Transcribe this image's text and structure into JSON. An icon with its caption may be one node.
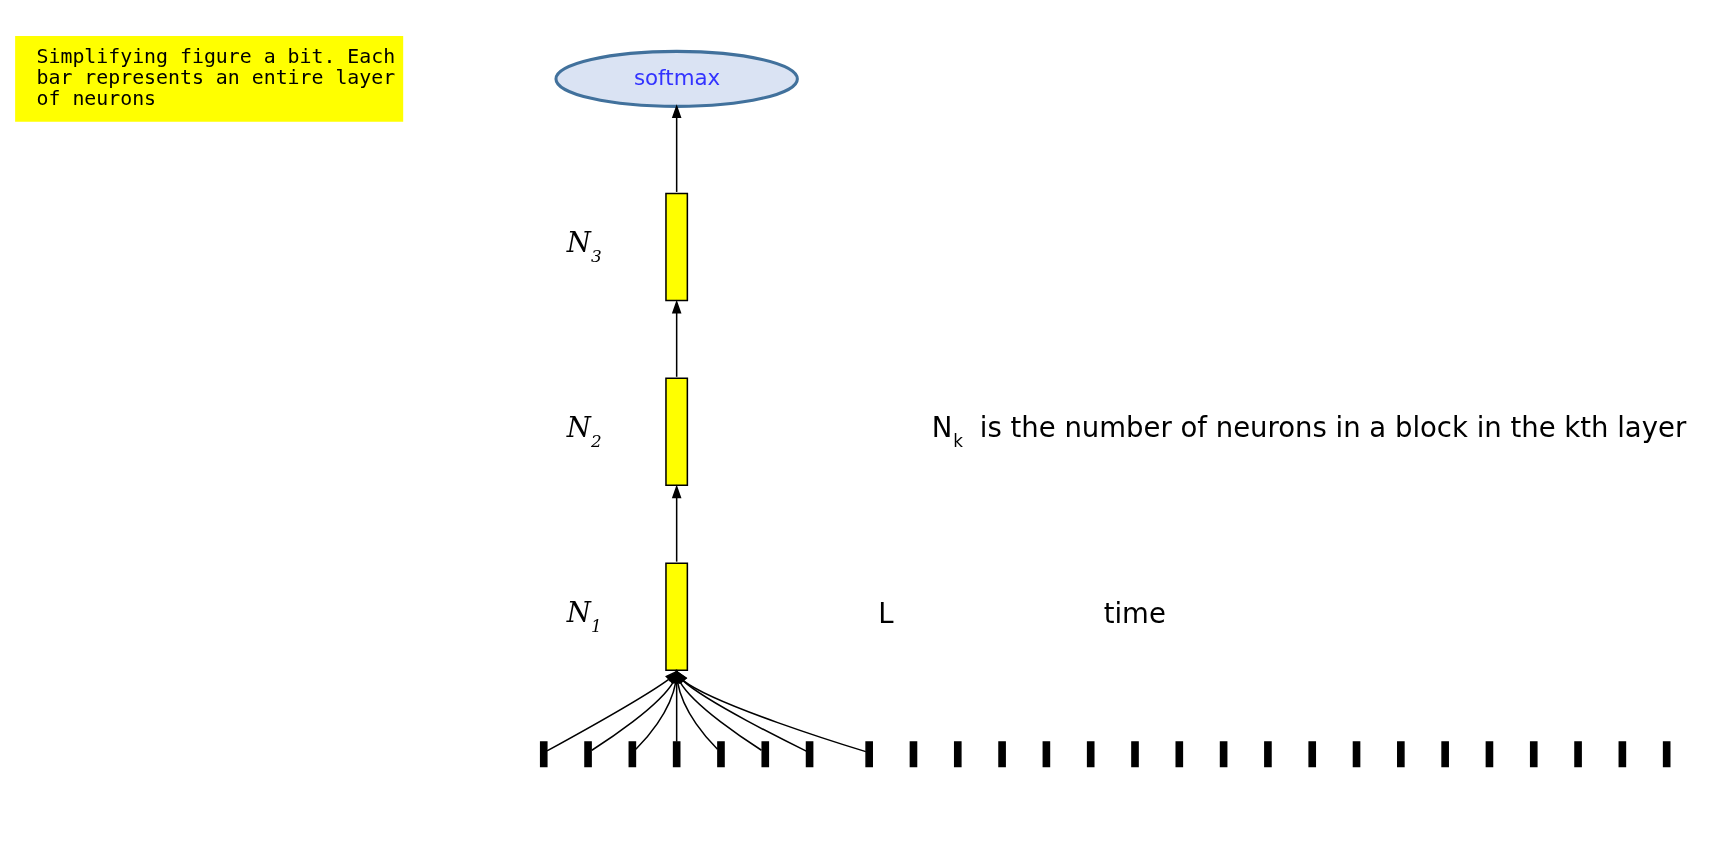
{
  "diagram": {
    "nodes": [
      {
        "text": [
          "softmax"
        ]
      },
      {
        "text": [],
        "shape": "bar",
        "beside": [
          "N$_{3}$"
        ]
      },
      {
        "text": [],
        "shape": "bar",
        "beside": [
          "N$_{2}$"
        ]
      },
      {
        "text": [],
        "shape": "bar",
        "beside": [
          "N$_{1}$"
        ]
      },
      {
        "text": [],
        "shape": "bar"
      },
      {
        "text": [],
        "shape": "bar"
      },
      {
        "text": [],
        "shape": "bar"
      },
      {
        "text": [],
        "shape": "bar"
      },
      {
        "text": [],
        "shape": "bar"
      },
      {
        "text": [],
        "shape": "bar"
      },
      {
        "text": [],
        "shape": "bar"
      },
      {
        "text": [],
        "shape": "bar"
      },
      {
        "text": [],
        "shape": "bar"
      },
      {
        "text": [],
        "shape": "bar"
      },
      {
        "text": [],
        "shape": "bar"
      },
      {
        "text": [],
        "shape": "bar"
      },
      {
        "text": [],
        "shape": "bar"
      },
      {
        "text": [],
        "shape": "bar"
      },
      {
        "text": [],
        "shape": "bar"
      },
      {
        "text": [],
        "shape": "bar"
      },
      {
        "text": [],
        "shape": "bar"
      },
      {
        "text": [],
        "shape": "bar"
      },
      {
        "text": [],
        "shape": "bar"
      },
      {
        "text": [],
        "shape": "bar"
      },
      {
        "text": [],
        "shape": "bar"
      },
      {
        "text": [],
        "shape": "bar"
      },
      {
        "text": [],
        "shape": "bar"
      },
      {
        "text": [],
        "shape": "bar"
      },
      {
        "text": [],
        "shape": "bar"
      },
      {
        "text": [],
        "shape": "bar"
      }
    ],
    "edges": [
      {
        "from": 4,
        "to": 3,
        "arrow": "to"
      },
      {
        "from": 5,
        "to": 3,
        "arrow": "to"
      },
      {
        "from": 6,
        "to": 3,
        "arrow": "to"
      },
      {
        "from": 7,
        "to": 3,
        "arrow": "to"
      },
      {
        "from": 8,
        "to": 3,
        "arrow": "to"
      },
      {
        "from": 9,
        "to": 3,
        "arrow": "to"
      },
      {
        "from": 10,
        "to": 3,
        "arrow": "to"
      },
      {
        "from": 11,
        "to": 3,
        "arrow": "to"
      },
      {
        "from": 3,
        "to": 2,
        "arrow": "to"
      },
      {
        "from": 2,
        "to": 1,
        "arrow": "to"
      },
      {
        "from": 1,
        "to": 0,
        "arrow": "to"
      }
    ],
    "labels": [
      "Simplifying figure a bit. Each bar represents an entire layer of neurons",
      "N$_{k}$ is the number of neurons in a block in the kth layer",
      "L",
      "time"
    ]
  }
}
